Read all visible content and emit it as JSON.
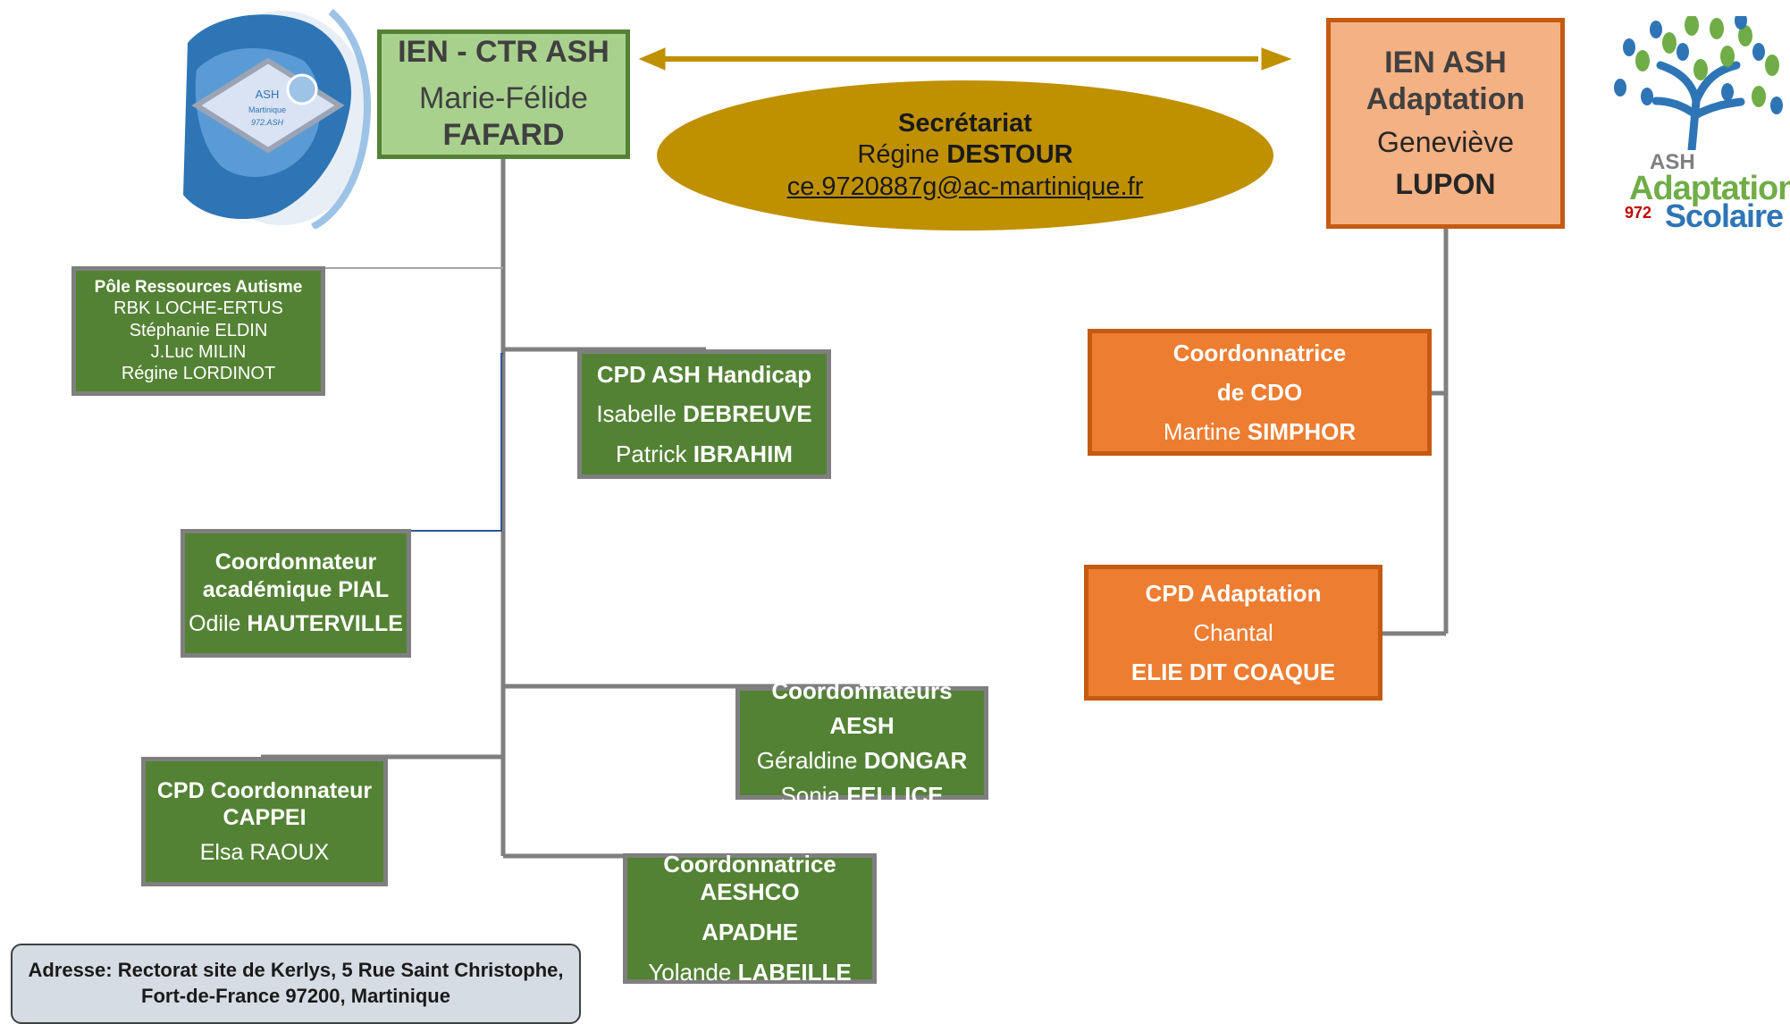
{
  "colors": {
    "green_fill": "#548235",
    "green_light": "#a9d18e",
    "orange_fill": "#ed7d31",
    "orange_light": "#f4b183",
    "gold": "#bf9000",
    "connector_gray": "#7f7f7f",
    "arrow": "#bf9000"
  },
  "logos": {
    "left": {
      "line1": "ASH",
      "line2": "Martinique",
      "line3": "972.ASH"
    },
    "right": {
      "line1": "ASH",
      "line2": "Adaptation",
      "line3": "972",
      "line4": "Scolaire"
    }
  },
  "ien_ctr": {
    "title": "IEN - CTR ASH",
    "first_name": "Marie-Félide",
    "last_name": "FAFARD"
  },
  "ien_adaptation": {
    "title1": "IEN ASH",
    "title2": "Adaptation",
    "first_name": "Geneviève",
    "last_name": "LUPON"
  },
  "secretariat": {
    "title": "Secrétariat",
    "first_name": "Régine ",
    "last_name": "DESTOUR",
    "email": "ce.9720887g@ac-martinique.fr"
  },
  "pole_autisme": {
    "title": "Pôle Ressources Autisme",
    "members": [
      "RBK LOCHE-ERTUS",
      "Stéphanie ELDIN",
      "J.Luc MILIN",
      "Régine LORDINOT"
    ]
  },
  "cpd_handicap": {
    "title": "CPD ASH Handicap",
    "p1_first": "Isabelle ",
    "p1_last": "DEBREUVE",
    "p2_first": "Patrick ",
    "p2_last": "IBRAHIM"
  },
  "coord_pial": {
    "title1": "Coordonnateur",
    "title2": "académique PIAL",
    "first_name": "Odile ",
    "last_name": "HAUTERVILLE"
  },
  "coord_aesh": {
    "title": "Coordonnateurs AESH",
    "p1_first": "Géraldine ",
    "p1_last": "DONGAR",
    "p2_first": "Sonia ",
    "p2_last": "FELLICE"
  },
  "cpd_cappei": {
    "title1": "CPD Coordonnateur",
    "title2": "CAPPEI",
    "name": "Elsa RAOUX"
  },
  "coord_aeshco": {
    "title1": "Coordonnatrice",
    "title2": "AESHCO",
    "title3": "APADHE",
    "first_name": "Yolande ",
    "last_name": "LABEILLE"
  },
  "coord_cdo": {
    "title1": "Coordonnatrice",
    "title2": "de CDO",
    "first_name": "Martine ",
    "last_name": "SIMPHOR"
  },
  "cpd_adaptation": {
    "title": "CPD Adaptation",
    "first_name": "Chantal",
    "last_name": "ELIE DIT COAQUE"
  },
  "address": {
    "line1": "Adresse: Rectorat site de Kerlys, 5 Rue Saint Christophe,",
    "line2": "Fort-de-France 97200, Martinique"
  }
}
